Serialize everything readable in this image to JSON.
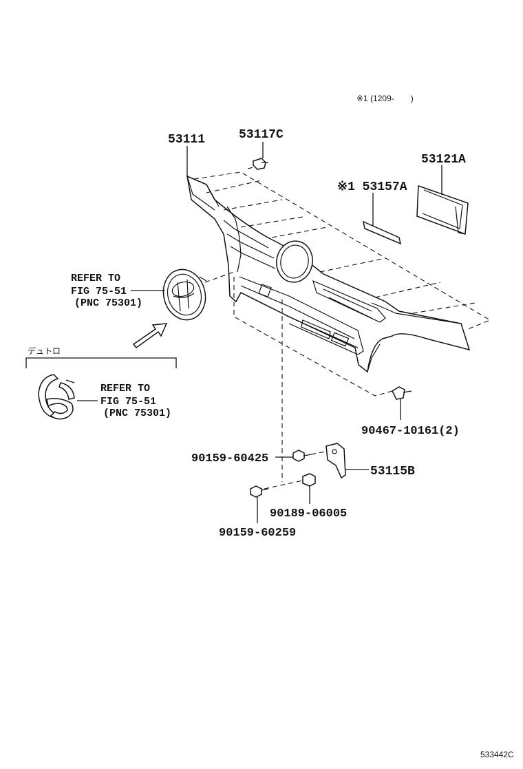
{
  "note_top": "※1 (1209-　　)",
  "labels": {
    "p53111": "53111",
    "p53117c": "53117C",
    "p53121a": "53121A",
    "p53157a": "※1 53157A",
    "p90467": "90467-10161(2)",
    "p90159_60425": "90159-60425",
    "p53115b": "53115B",
    "p90189": "90189-06005",
    "p90159_60259": "90159-60259"
  },
  "refer1": {
    "line1": "REFER TO",
    "line2": "FIG 75-51",
    "line3": "(PNC 75301)"
  },
  "refer2": {
    "line1": "REFER TO",
    "line2": "FIG 75-51",
    "line3": "(PNC 75301)"
  },
  "group_label": "デュトロ",
  "diagram_id": "533442C"
}
